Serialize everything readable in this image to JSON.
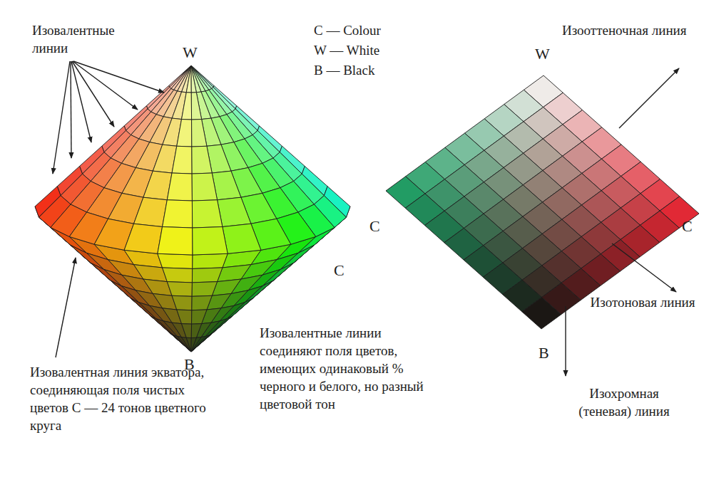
{
  "diagram": {
    "labels": [
      "Изовалентные линии",
      "W",
      "C — Colour",
      "W — White",
      "B — Black",
      "Изооттеночная линия",
      "W",
      "C",
      "C",
      "C",
      "Изотоновая линия",
      "Изовалентные линии соединяют поля цветов, имеющих одинаковый % черного и белого, но разный цветовой тон",
      "B",
      "B",
      "Изовалентная линия экватора, соединяющая поля чистых цветов С — 24 тонов цветного круга",
      "Изохромная (теневая) линия"
    ]
  }
}
